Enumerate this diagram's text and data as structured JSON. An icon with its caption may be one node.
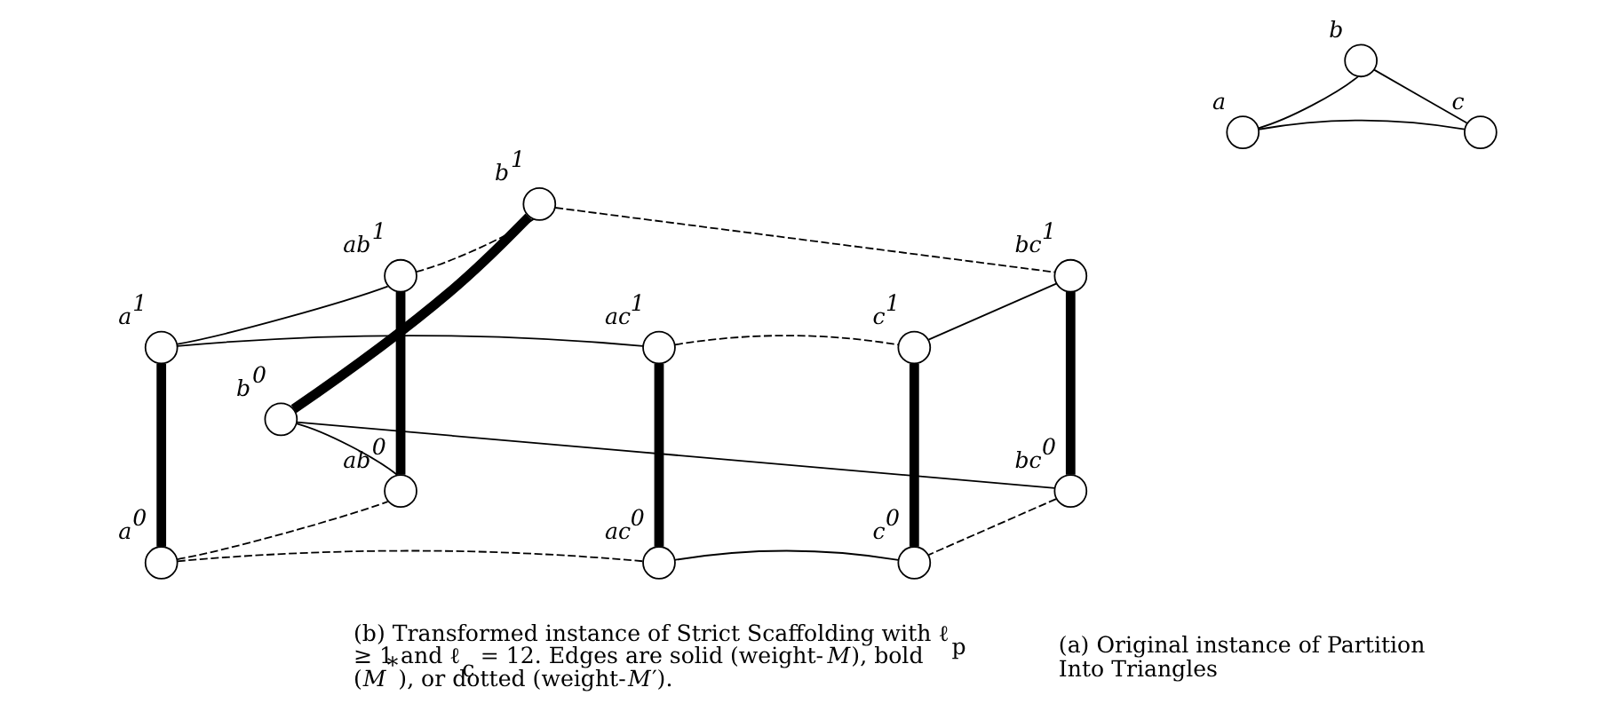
{
  "diagram": {
    "nodes": [
      {
        "text": [],
        "shape": "circle",
        "beside": [
          "b"
        ]
      },
      {
        "text": [],
        "shape": "circle",
        "beside": [
          "a"
        ]
      },
      {
        "text": [],
        "shape": "circle",
        "beside": [
          "c"
        ]
      },
      {
        "text": [],
        "shape": "circle",
        "beside": [
          "b$^{1}$"
        ]
      },
      {
        "text": [],
        "shape": "circle",
        "beside": [
          "ab$^{1}$"
        ]
      },
      {
        "text": [],
        "shape": "circle",
        "beside": [
          "bc$^{1}$"
        ]
      },
      {
        "text": [],
        "shape": "circle",
        "beside": [
          "a$^{1}$"
        ]
      },
      {
        "text": [],
        "shape": "circle",
        "beside": [
          "ac$^{1}$"
        ]
      },
      {
        "text": [],
        "shape": "circle",
        "beside": [
          "c$^{1}$"
        ]
      },
      {
        "text": [],
        "shape": "circle",
        "beside": [
          "b$^{0}$"
        ]
      },
      {
        "text": [],
        "shape": "circle",
        "beside": [
          "ab$^{0}$"
        ]
      },
      {
        "text": [],
        "shape": "circle",
        "beside": [
          "bc$^{0}$"
        ]
      },
      {
        "text": [],
        "shape": "circle",
        "beside": [
          "a$^{0}$"
        ]
      },
      {
        "text": [],
        "shape": "circle",
        "beside": [
          "ac$^{0}$"
        ]
      },
      {
        "text": [],
        "shape": "circle",
        "beside": [
          "c$^{0}$"
        ]
      }
    ],
    "edges": [
      {
        "from": 1,
        "to": 0,
        "arrow": "none"
      },
      {
        "from": 0,
        "to": 2,
        "arrow": "none"
      },
      {
        "from": 1,
        "to": 2,
        "arrow": "none"
      },
      {
        "from": 4,
        "to": 3,
        "arrow": "none",
        "style": "dashed"
      },
      {
        "from": 3,
        "to": 5,
        "arrow": "none",
        "style": "dashed"
      },
      {
        "from": 6,
        "to": 4,
        "arrow": "none"
      },
      {
        "from": 6,
        "to": 7,
        "arrow": "none"
      },
      {
        "from": 7,
        "to": 8,
        "arrow": "none",
        "style": "dashed"
      },
      {
        "from": 5,
        "to": 8,
        "arrow": "none"
      },
      {
        "from": 6,
        "to": 12,
        "arrow": "none",
        "style": "thick"
      },
      {
        "from": 4,
        "to": 10,
        "arrow": "none",
        "style": "thick"
      },
      {
        "from": 3,
        "to": 9,
        "arrow": "none",
        "style": "thick"
      },
      {
        "from": 7,
        "to": 13,
        "arrow": "none",
        "style": "thick"
      },
      {
        "from": 5,
        "to": 11,
        "arrow": "none",
        "style": "thick"
      },
      {
        "from": 8,
        "to": 14,
        "arrow": "none",
        "style": "thick"
      },
      {
        "from": 10,
        "to": 9,
        "arrow": "none"
      },
      {
        "from": 9,
        "to": 11,
        "arrow": "none"
      },
      {
        "from": 12,
        "to": 10,
        "arrow": "none",
        "style": "dashed"
      },
      {
        "from": 12,
        "to": 13,
        "arrow": "none",
        "style": "dashed"
      },
      {
        "from": 13,
        "to": 14,
        "arrow": "none"
      },
      {
        "from": 11,
        "to": 14,
        "arrow": "none",
        "style": "dashed"
      }
    ],
    "labels": [
      "(a) Original instance of Partition Into Triangles",
      "(b) Transformed instance of Strict Scaffolding with ℓ$_{p}$ ≥ 1 and ℓ$_{c}$ = 12. Edges are solid (weight-*M*), bold (*M*$^{*}$), or dotted (weight-*M*′)."
    ]
  }
}
